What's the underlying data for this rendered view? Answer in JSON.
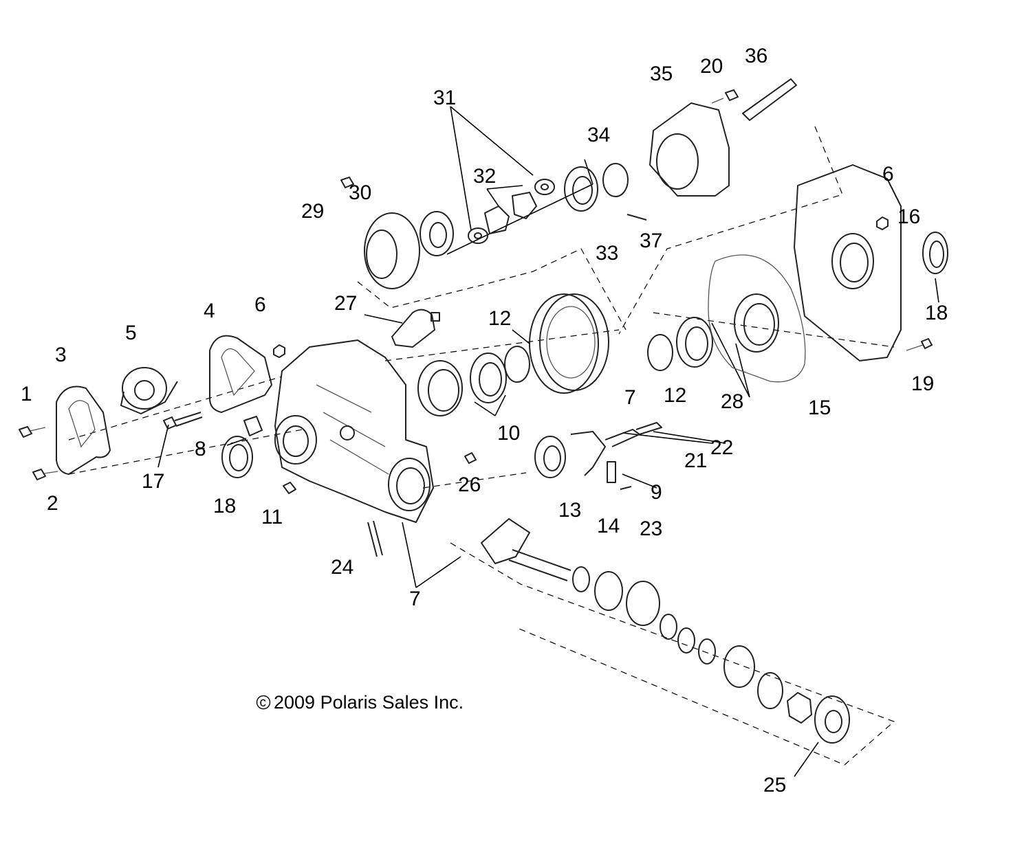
{
  "callouts": {
    "c1": "1",
    "c2": "2",
    "c3": "3",
    "c4": "4",
    "c5": "5",
    "c6a": "6",
    "c6b": "6",
    "c7a": "7",
    "c7b": "7",
    "c8": "8",
    "c9": "9",
    "c10": "10",
    "c11": "11",
    "c12a": "12",
    "c12b": "12",
    "c13": "13",
    "c14": "14",
    "c15": "15",
    "c16": "16",
    "c17": "17",
    "c18a": "18",
    "c18b": "18",
    "c19": "19",
    "c20": "20",
    "c21": "21",
    "c22": "22",
    "c23": "23",
    "c24": "24",
    "c25": "25",
    "c26": "26",
    "c27": "27",
    "c28": "28",
    "c29": "29",
    "c30": "30",
    "c31": "31",
    "c32": "32",
    "c33": "33",
    "c34": "34",
    "c35": "35",
    "c36": "36",
    "c37": "37"
  },
  "copyright": {
    "symbol": "c",
    "text": "2009 Polaris Sales Inc."
  }
}
